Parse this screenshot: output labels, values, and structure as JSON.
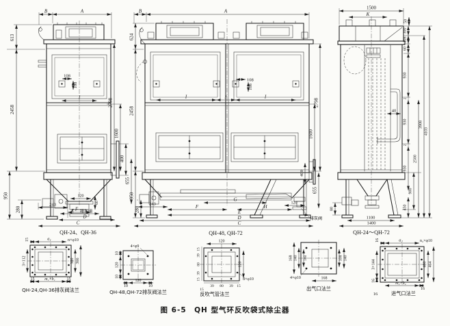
{
  "figure": {
    "caption": "图 6-5　QH 型气环反吹袋式除尘器"
  },
  "left_view": {
    "label": "QH-24、QH-36",
    "dim_B": "B",
    "dim_A": "A",
    "d613": "613",
    "d2458": "2458",
    "d950": "950",
    "d280": "280",
    "d108h": "108",
    "d108v": "108",
    "dim_I": "I",
    "d2798": "2798",
    "d1600": "1600",
    "d400": "400",
    "d655": "655",
    "d243": "243",
    "dim_F": "F",
    "d120": "120",
    "d60": "60",
    "dim_E": "E",
    "dim_D": "D",
    "dim_C": "C",
    "valve_label": "排灰阀"
  },
  "middle_view": {
    "label": "QH-48, QH-72",
    "dim_B": "B",
    "dim_A": "A",
    "d624": "624",
    "d2458": "2458",
    "d950": "950",
    "d280": "280",
    "d108h": "108",
    "d108v": "108",
    "dim_I1": "I",
    "dim_J": "J",
    "dim_I2": "I",
    "d2798": "2798",
    "d1600": "1600",
    "d400": "400",
    "d655": "655",
    "d243": "243",
    "dim_G": "G",
    "dim_F": "F",
    "dim_H": "H",
    "d120": "120",
    "dim_E": "E",
    "dim_D": "D",
    "dim_C": "C",
    "valve_label": "排灰阀"
  },
  "right_view": {
    "label": "QH-24～QH-72",
    "d1500": "1500",
    "dim_K": "K",
    "d50": "50",
    "d300": "300",
    "d108": "108",
    "d60": "60",
    "d930a": "930",
    "d2a": "2",
    "d930b": "930",
    "d2b": "2",
    "d930c": "930",
    "d40": "40",
    "d2500": "2500",
    "d900": "900",
    "d450": "450",
    "d3908": "3908",
    "d4103": "4103",
    "d80": "80",
    "d1100": "1100",
    "d1400": "1400"
  },
  "flange_valve_small": {
    "caption": "QH-24,QH-36排灰阀法兰",
    "d15_top": "15",
    "da1": "a₁",
    "holes": "n×φ10",
    "d3x112": "3×112",
    "d300": "300",
    "d366": "366",
    "d15_bl": "15",
    "dmb": "m₁×b₁",
    "d15_br": "15"
  },
  "flange_valve_large": {
    "caption": "QH-48,QH-72排灰阀法兰",
    "d10_tl": "10",
    "holes": "4×φ9",
    "d120_l": "120",
    "d10_bl": "10",
    "d10_b1": "10",
    "d120_b": "120",
    "d10_b2": "10"
  },
  "flange_blowpipe": {
    "caption": "反吹气管法兰",
    "d120_top": "120",
    "d15_1": "15",
    "d39_1": "39",
    "d80_l": "80",
    "d39_2": "39",
    "d15_2": "15",
    "d120_r": "120",
    "holes": "8×φ10",
    "d39_3": "39",
    "d80_b": "80",
    "d39_4": "39",
    "d15_3": "15",
    "d15_4": "15"
  },
  "flange_outlet": {
    "caption": "出气口法兰",
    "d168_l": "168",
    "d140_l": "140",
    "d108_l": "108",
    "holes": "4×φ10",
    "d168_b": "168",
    "d108_r": "108",
    "d140_r": "140"
  },
  "flange_inlet": {
    "caption": "进气口法兰",
    "d16_t": "16",
    "da2": "a₂",
    "holes": "n₂×φ10",
    "d3x144": "3×144",
    "d16_l": "16",
    "d400": "400",
    "d464": "464",
    "dmb": "m₂×b₂",
    "d16_b": "16",
    "d16_b2": "16"
  }
}
